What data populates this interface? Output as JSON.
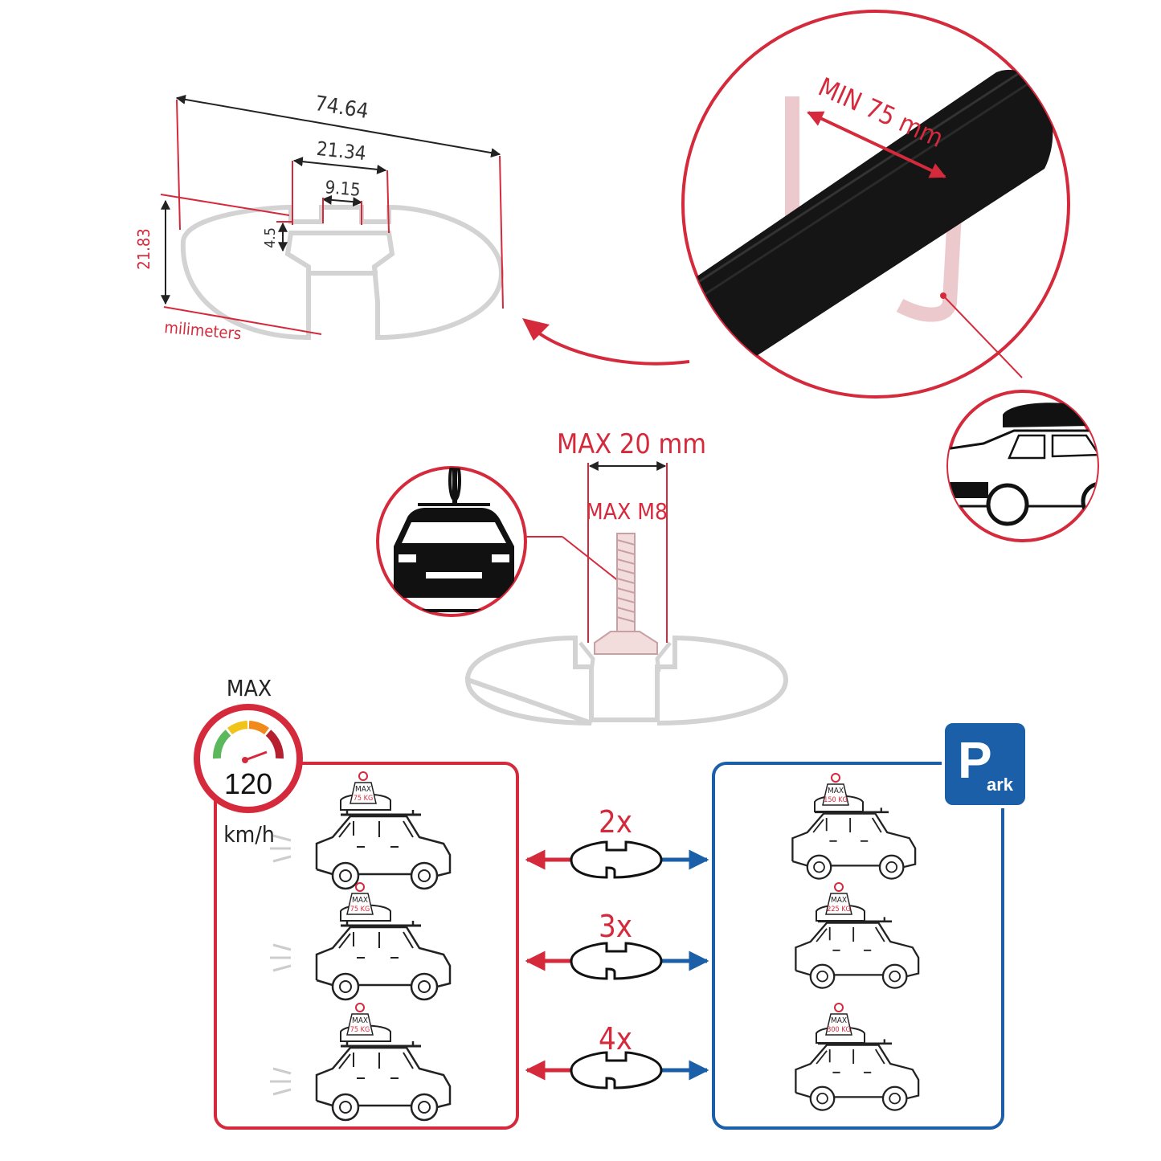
{
  "profile": {
    "width": "74.64",
    "slot_outer": "21.34",
    "slot_inner": "9.15",
    "slot_depth": "4.5",
    "height": "21.83",
    "unit_label": "milimeters"
  },
  "bar_callout": {
    "min_label": "MIN 75 mm"
  },
  "bolt": {
    "max_width_label": "MAX 20 mm",
    "max_thread_label": "MAX M8"
  },
  "speed": {
    "max_label": "MAX",
    "value": "120",
    "unit": "km/h"
  },
  "parking_sign": {
    "big_letter": "P",
    "rest": "ark"
  },
  "load_rows": [
    {
      "bars": "2x",
      "driving_weight": {
        "max": "MAX",
        "kg": "75 KG"
      },
      "parked_weight": {
        "max": "MAX",
        "kg": "150 KG"
      }
    },
    {
      "bars": "3x",
      "driving_weight": {
        "max": "MAX",
        "kg": "75 KG"
      },
      "parked_weight": {
        "max": "MAX",
        "kg": "225 KG"
      }
    },
    {
      "bars": "4x",
      "driving_weight": {
        "max": "MAX",
        "kg": "75 KG"
      },
      "parked_weight": {
        "max": "MAX",
        "kg": "300 KG"
      }
    }
  ],
  "colors": {
    "accent_red": "#d42a3c",
    "accent_blue": "#1a5fa8",
    "profile_gray": "#d3d3d3",
    "bar_black": "#151515"
  }
}
